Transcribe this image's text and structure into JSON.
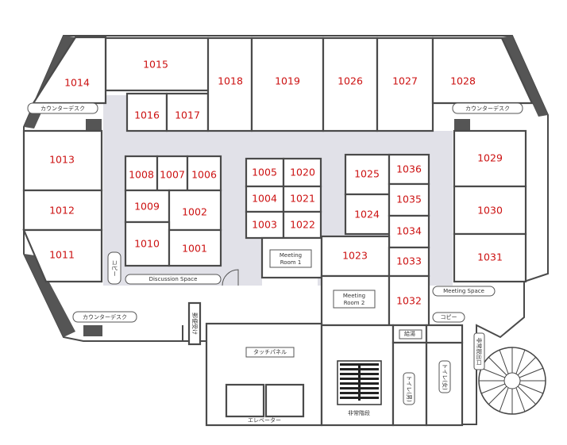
{
  "rooms": {
    "r1015": "1015",
    "r1014": "1014",
    "r1016": "1016",
    "r1017": "1017",
    "r1018": "1018",
    "r1019": "1019",
    "r1026": "1026",
    "r1027": "1027",
    "r1028": "1028",
    "r1013": "1013",
    "r1012": "1012",
    "r1011": "1011",
    "r1008": "1008",
    "r1007": "1007",
    "r1006": "1006",
    "r1009": "1009",
    "r1002": "1002",
    "r1010": "1010",
    "r1001": "1001",
    "r1005": "1005",
    "r1020": "1020",
    "r1004": "1004",
    "r1021": "1021",
    "r1003": "1003",
    "r1022": "1022",
    "r1025": "1025",
    "r1036": "1036",
    "r1024": "1024",
    "r1035": "1035",
    "r1034": "1034",
    "r1023": "1023",
    "r1033": "1033",
    "r1032": "1032",
    "r1029": "1029",
    "r1030": "1030",
    "r1031": "1031"
  },
  "labels": {
    "counter_desk_tl": "カウンターデスク",
    "counter_desk_tr": "カウンターデスク",
    "counter_desk_bl": "カウンターデスク",
    "meeting_room_1_line1": "Meeting",
    "meeting_room_1_line2": "Room 1",
    "meeting_room_2_line1": "Meeting",
    "meeting_room_2_line2": "Room 2",
    "discussion_space": "Discussion Space",
    "meeting_space": "Meeting Space",
    "copy_left": "コピー",
    "copy_right": "コピー",
    "touch_panel": "タッチパネル",
    "elevator": "エレベーター",
    "emergency_stairs": "非常階段",
    "kyuto": "給湯",
    "mail_box": "郵便受け",
    "toilet_m": "トイレ(男)",
    "toilet_f": "トイレ(女)",
    "fire_exit": "非常脱出口"
  }
}
